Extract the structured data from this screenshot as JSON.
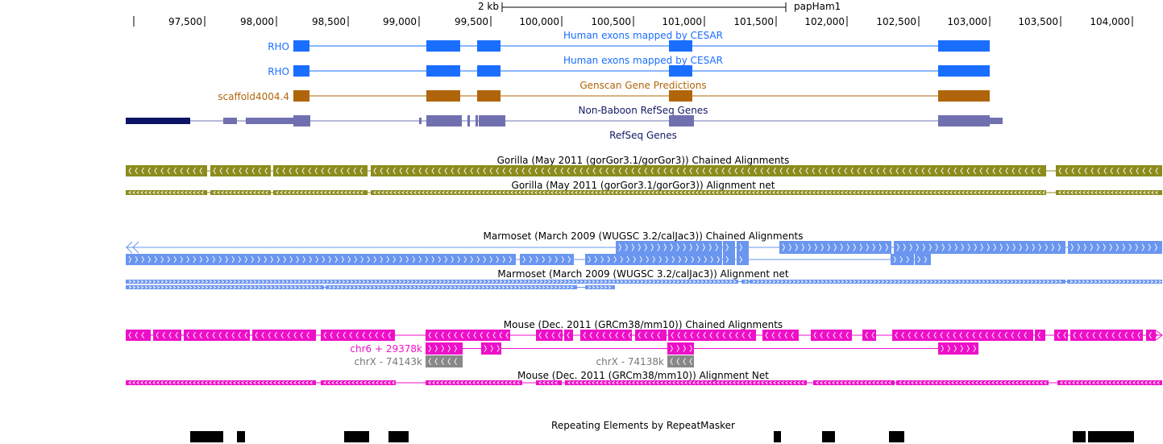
{
  "scale_bar": {
    "label": "2 kb",
    "assembly": "papHam1"
  },
  "ruler": {
    "ticks": [
      "97,500",
      "98,000",
      "98,500",
      "99,000",
      "99,500",
      "100,000",
      "100,500",
      "101,000",
      "101,500",
      "102,000",
      "102,500",
      "103,000",
      "103,500",
      "104,000"
    ]
  },
  "tracks": {
    "cesar": {
      "title": "Human exons mapped by CESAR",
      "item_label": "RHO"
    },
    "genscan": {
      "title": "Genscan Gene Predictions",
      "item_label": "scaffold4004.4"
    },
    "nonbaboon_refseq": {
      "title": "Non-Baboon RefSeq Genes"
    },
    "refseq": {
      "title": "RefSeq Genes"
    },
    "gorilla_chain": {
      "title": "Gorilla (May 2011 (gorGor3.1/gorGor3)) Chained Alignments"
    },
    "gorilla_net": {
      "title": "Gorilla (May 2011 (gorGor3.1/gorGor3)) Alignment net"
    },
    "marmoset_chain": {
      "title": "Marmoset (March 2009 (WUGSC 3.2/calJac3)) Chained Alignments"
    },
    "marmoset_net": {
      "title": "Marmoset (March 2009 (WUGSC 3.2/calJac3)) Alignment net"
    },
    "mouse_chain": {
      "title": "Mouse (Dec. 2011 (GRCm38/mm10)) Chained Alignments",
      "labels": {
        "chr6": "chr6 + 29378k",
        "chrX_a": "chrX - 74143k",
        "chrX_b": "chrX - 74138k"
      }
    },
    "mouse_net": {
      "title": "Mouse (Dec. 2011 (GRCm38/mm10)) Alignment Net"
    },
    "repeatmasker": {
      "title": "Repeating Elements by RepeatMasker"
    }
  },
  "colors": {
    "cesar": "#1a6eff",
    "genscan": "#b0650a",
    "nonbaboon": "#141a66",
    "refseq_dark": "#0c1466",
    "refseq_light": "#7070b0",
    "gorilla": "#8c8c1e",
    "marmoset": "#6a96f0",
    "mouse": "#ee10c8",
    "mouse_gray": "#888888",
    "repeat": "#000000"
  }
}
